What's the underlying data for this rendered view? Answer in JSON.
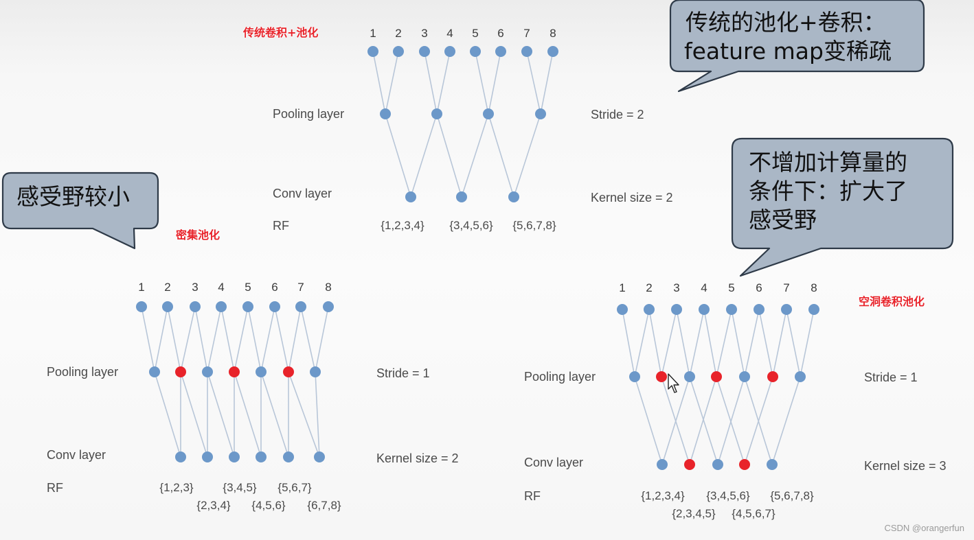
{
  "bubbles": {
    "top_right": {
      "lines": [
        "传统的池化+卷积：",
        "feature map变稀疏"
      ]
    },
    "left": {
      "lines": [
        "感受野较小"
      ]
    },
    "right": {
      "lines": [
        "不增加计算量的",
        "条件下：扩大了",
        "感受野"
      ]
    }
  },
  "diagrams": {
    "traditional": {
      "title": "传统卷积+池化",
      "input_numbers": [
        "1",
        "2",
        "3",
        "4",
        "5",
        "6",
        "7",
        "8"
      ],
      "pooling_label": "Pooling layer",
      "conv_label": "Conv layer",
      "rf_label": "RF",
      "stride": "Stride = 2",
      "kernel": "Kernel size = 2",
      "rf_values": [
        "{1,2,3,4}",
        "{3,4,5,6}",
        "{5,6,7,8}"
      ]
    },
    "dense": {
      "title": "密集池化",
      "input_numbers": [
        "1",
        "2",
        "3",
        "4",
        "5",
        "6",
        "7",
        "8"
      ],
      "pooling_label": "Pooling layer",
      "conv_label": "Conv layer",
      "rf_label": "RF",
      "stride": "Stride = 1",
      "kernel": "Kernel size = 2",
      "rf_values_top": [
        "{1,2,3}",
        "{3,4,5}",
        "{5,6,7}"
      ],
      "rf_values_bottom": [
        "{2,3,4}",
        "{4,5,6}",
        "{6,7,8}"
      ]
    },
    "dilated": {
      "title": "空洞卷积池化",
      "input_numbers": [
        "1",
        "2",
        "3",
        "4",
        "5",
        "6",
        "7",
        "8"
      ],
      "pooling_label": "Pooling layer",
      "conv_label": "Conv layer",
      "rf_label": "RF",
      "stride": "Stride = 1",
      "kernel": "Kernel size = 3",
      "rf_values_top": [
        "{1,2,3,4}",
        "{3,4,5,6}",
        "{5,6,7,8}"
      ],
      "rf_values_bottom": [
        "{2,3,4,5}",
        "{4,5,6,7}"
      ]
    }
  },
  "colors": {
    "node_blue": "#6c98c9",
    "node_red": "#e8232a",
    "edge": "#b8c6d8",
    "bubble_fill": "#aab7c6"
  },
  "watermark": "CSDN @orangerfun"
}
